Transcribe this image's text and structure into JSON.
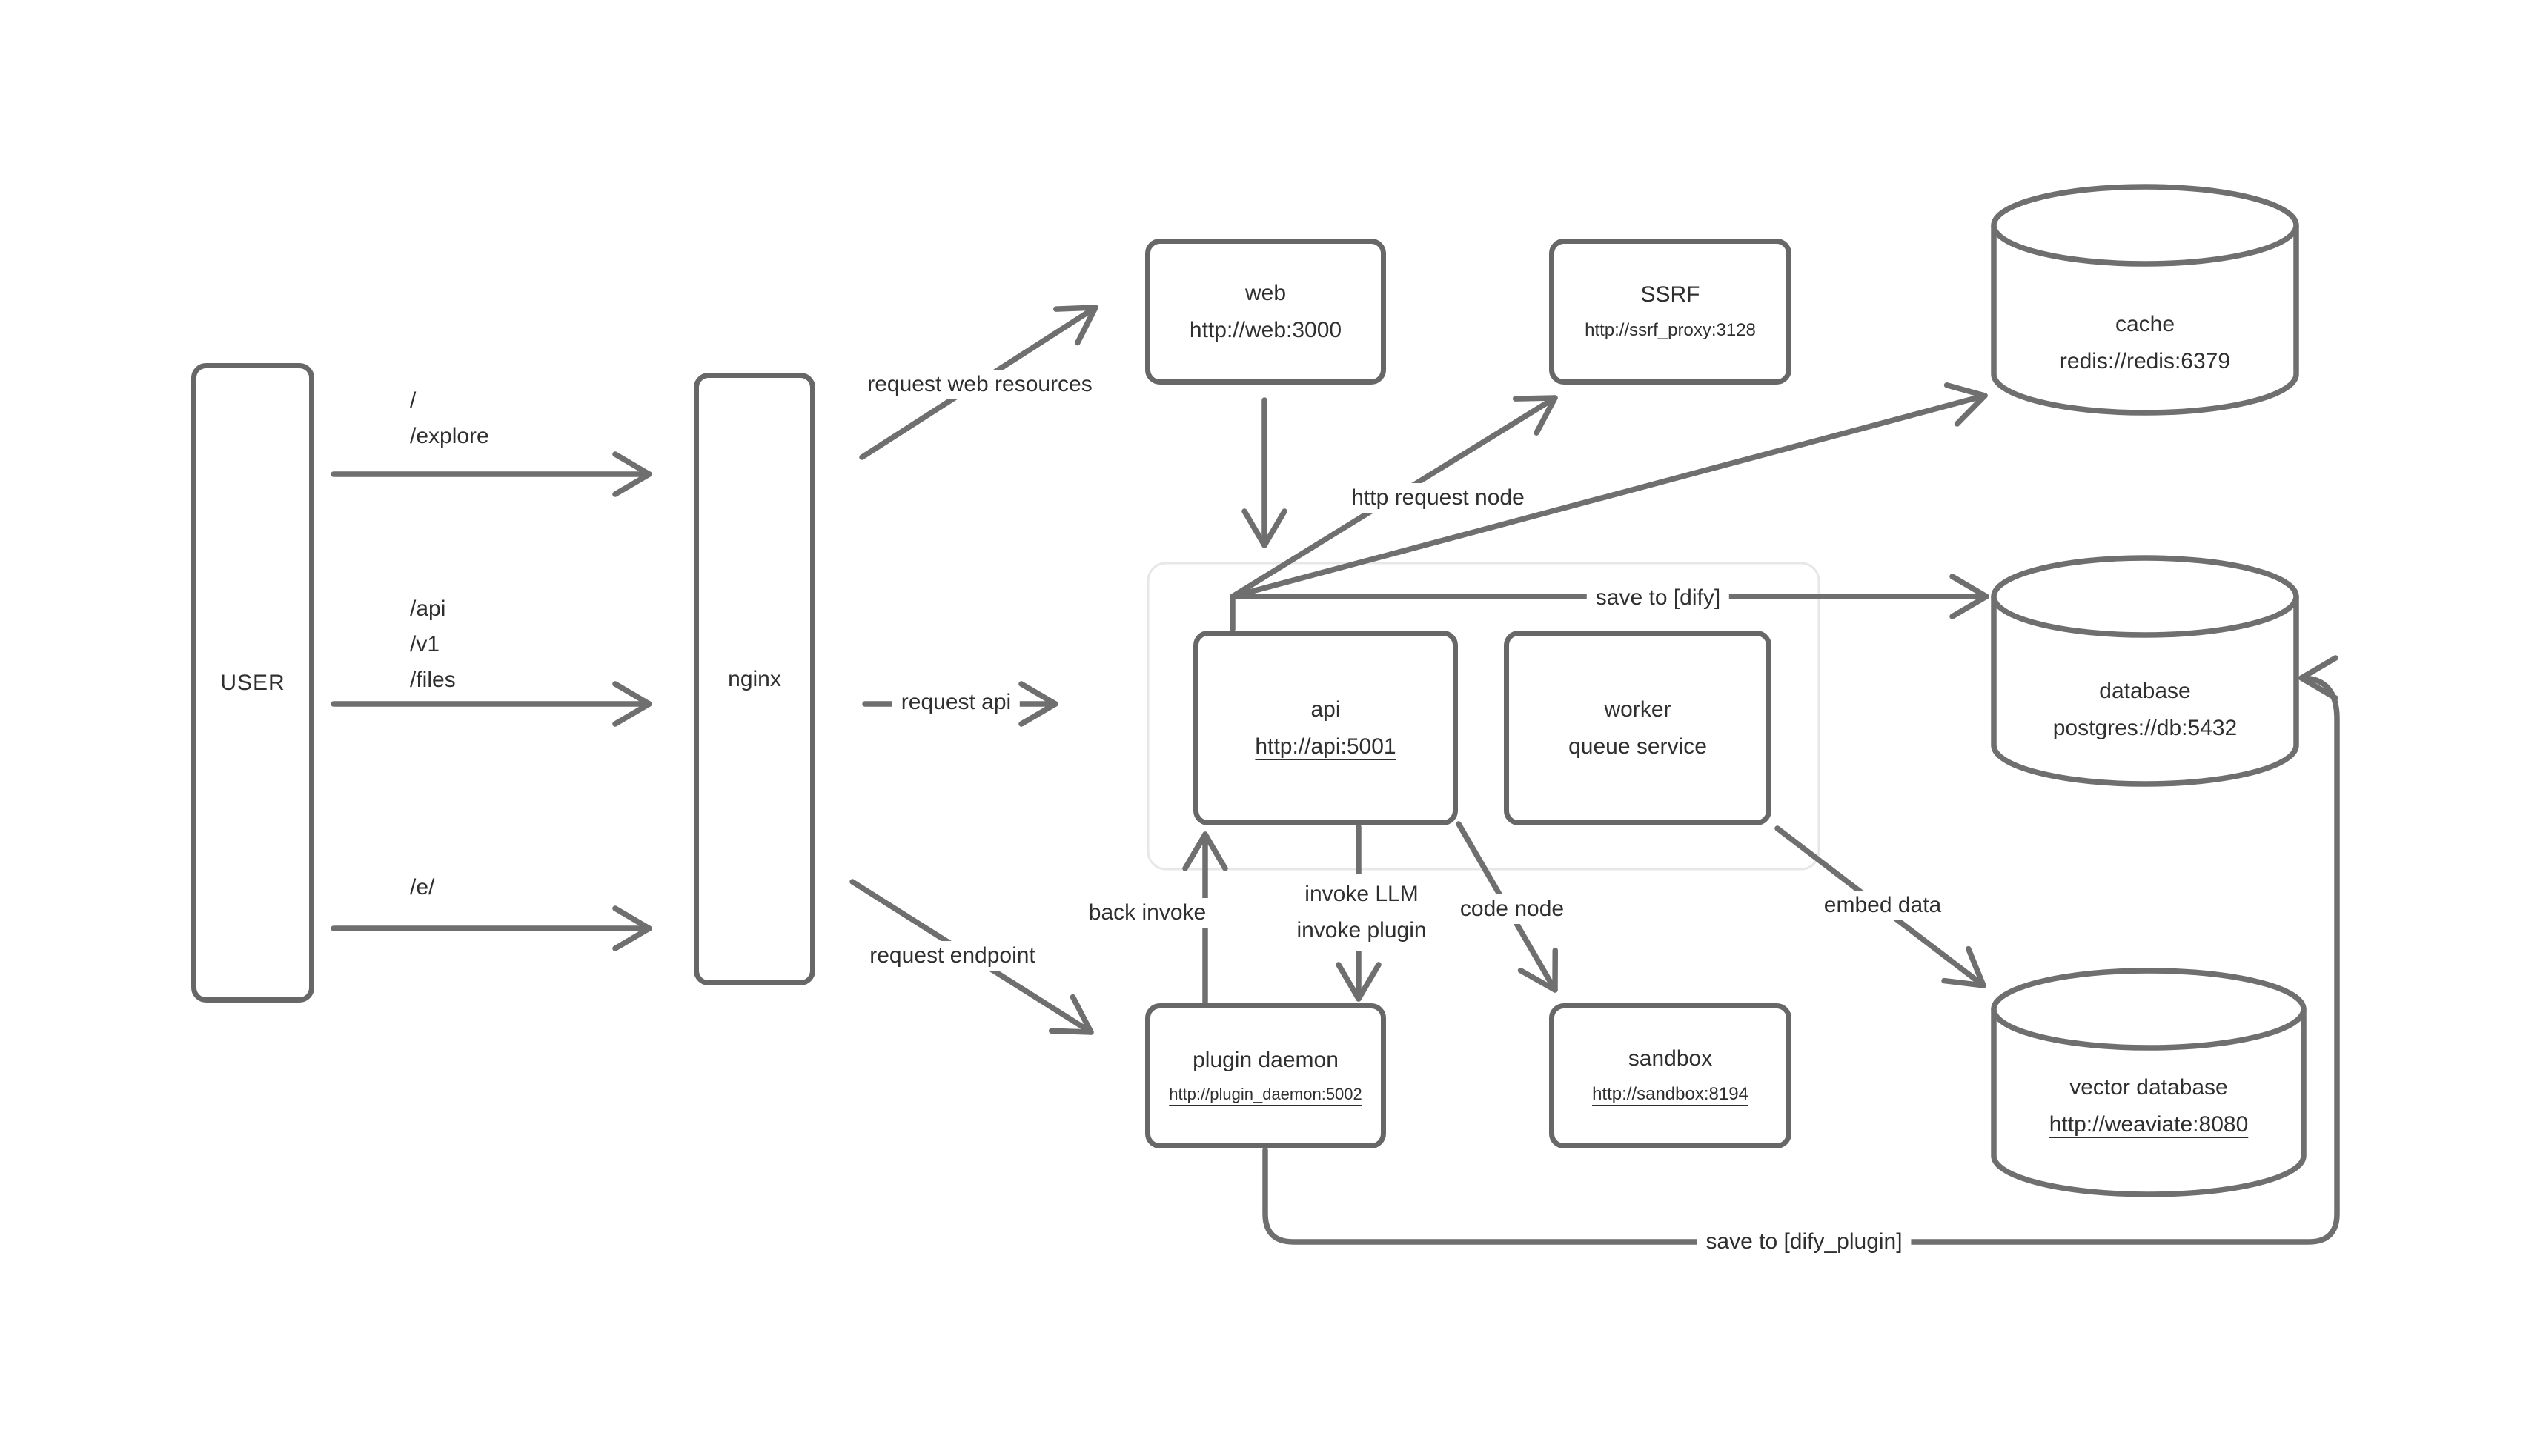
{
  "nodes": {
    "user": {
      "label": "USER"
    },
    "nginx": {
      "label": "nginx"
    },
    "web": {
      "title": "web",
      "subtitle": "http://web:3000"
    },
    "ssrf": {
      "title": "SSRF",
      "subtitle": "http://ssrf_proxy:3128"
    },
    "cache": {
      "title": "cache",
      "subtitle": "redis://redis:6379"
    },
    "api": {
      "title": "api",
      "subtitle": "http://api:5001"
    },
    "worker": {
      "title": "worker",
      "subtitle": "queue service"
    },
    "database": {
      "title": "database",
      "subtitle": "postgres://db:5432"
    },
    "plugin_daemon": {
      "title": "plugin daemon",
      "subtitle": "http://plugin_daemon:5002"
    },
    "sandbox": {
      "title": "sandbox",
      "subtitle": "http://sandbox:8194"
    },
    "vector_db": {
      "title": "vector database",
      "subtitle": "http://weaviate:8080"
    }
  },
  "edge_labels": {
    "path_root": "/",
    "path_explore": "/explore",
    "path_api": "/api",
    "path_v1": "/v1",
    "path_files": "/files",
    "path_e": "/e/",
    "request_web": "request web resources",
    "request_api": "request api",
    "request_endpoint": "request endpoint",
    "http_request_node": "http request node",
    "save_dify": "save to [dify]",
    "back_invoke": "back invoke",
    "invoke_llm": "invoke LLM",
    "invoke_plugin": "invoke plugin",
    "code_node": "code node",
    "embed_data": "embed data",
    "save_dify_plugin": "save to [dify_plugin]"
  },
  "colors": {
    "line": "#6f6f6f",
    "border": "#676767",
    "text": "#2f2f2f",
    "group_border": "#e7e7e7"
  }
}
